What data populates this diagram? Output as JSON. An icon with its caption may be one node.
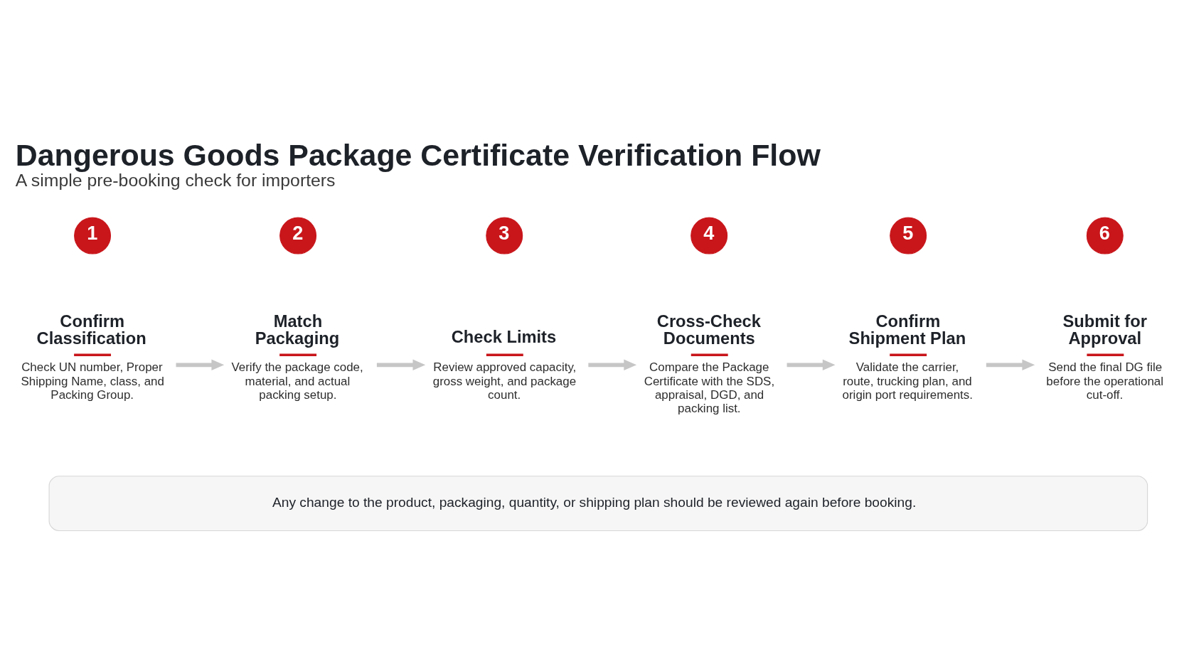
{
  "diagram": {
    "title": "Dangerous Goods Package Certificate Verification Flow",
    "caption": "A simple pre-booking check for importers",
    "nodes": [
      {
        "text": [
          "1"
        ]
      },
      {
        "text": [
          "Confirm Classification",
          "Check UN number, Proper Shipping Name, class, and Packing Group."
        ]
      },
      {
        "text": [
          "2"
        ]
      },
      {
        "text": [
          "Match Packaging",
          "Verify the package code, material, and actual packing setup."
        ]
      },
      {
        "text": [
          "3"
        ]
      },
      {
        "text": [
          "Check Limits",
          "Review approved capacity, gross weight, and package count."
        ]
      },
      {
        "text": [
          "4"
        ]
      },
      {
        "text": [
          "Cross-Check Documents",
          "Compare the Package Certificate with the SDS, appraisal, DGD, and packing list."
        ]
      },
      {
        "text": [
          "5"
        ]
      },
      {
        "text": [
          "Confirm Shipment Plan",
          "Validate the carrier, route, trucking plan, and origin port requirements."
        ]
      },
      {
        "text": [
          "6"
        ]
      },
      {
        "text": [
          "Submit for Approval",
          "Send the final DG file before the operational cut-off."
        ]
      },
      {
        "text": [
          "Any change to the product, packaging, quantity, or shipping plan should be reviewed again before booking."
        ]
      }
    ],
    "edges": [
      {
        "from": 1,
        "to": 3,
        "arrow": "to"
      },
      {
        "from": 3,
        "to": 5,
        "arrow": "to"
      },
      {
        "from": 5,
        "to": 7,
        "arrow": "to"
      },
      {
        "from": 7,
        "to": 9,
        "arrow": "to"
      },
      {
        "from": 9,
        "to": 11,
        "arrow": "to"
      }
    ]
  }
}
